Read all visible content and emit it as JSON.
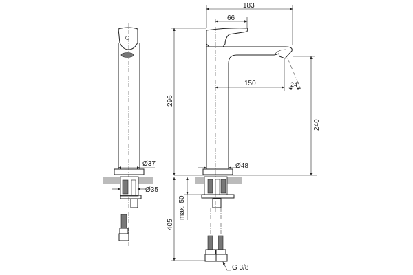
{
  "drawing": {
    "side_view": {
      "dims": {
        "body_diameter": "Ø37",
        "shank_diameter": "Ø35"
      }
    },
    "front_view": {
      "dims": {
        "overall_reach": "183",
        "lever_offset": "66",
        "overall_height": "296",
        "spout_reach": "150",
        "spray_angle": "24°",
        "spout_height": "240",
        "base_diameter": "Ø48",
        "max_deck_thickness": "max. 50",
        "hose_length": "405",
        "connection_thread": "G 3/8"
      }
    }
  }
}
